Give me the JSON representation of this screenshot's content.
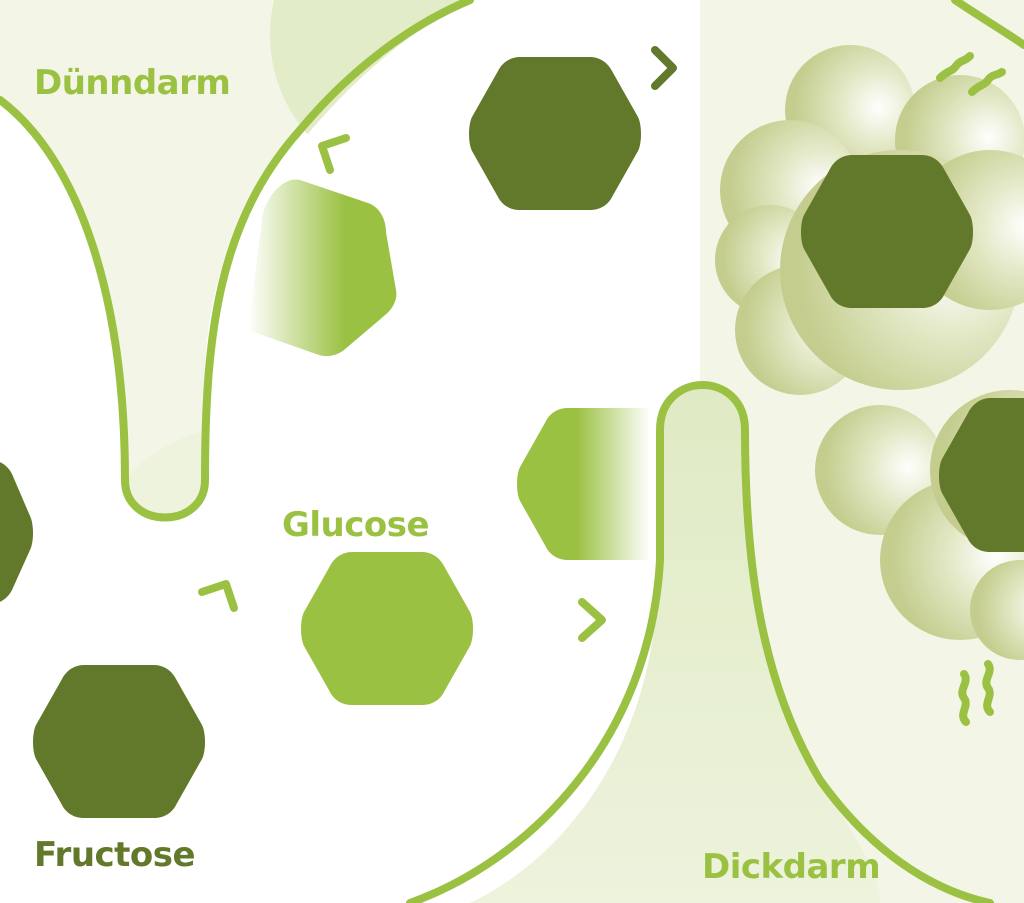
{
  "labels": {
    "duenndarm": "Dünndarm",
    "glucose": "Glucose",
    "fructose": "Fructose",
    "dickdarm": "Dickdarm"
  },
  "colors": {
    "dark_green": "#62782a",
    "mid_green": "#9bc143",
    "pale_green": "#eef3dd",
    "cream": "#f3f6e6",
    "cloud_green": "#c4cd8e",
    "background": "#ffffff"
  }
}
